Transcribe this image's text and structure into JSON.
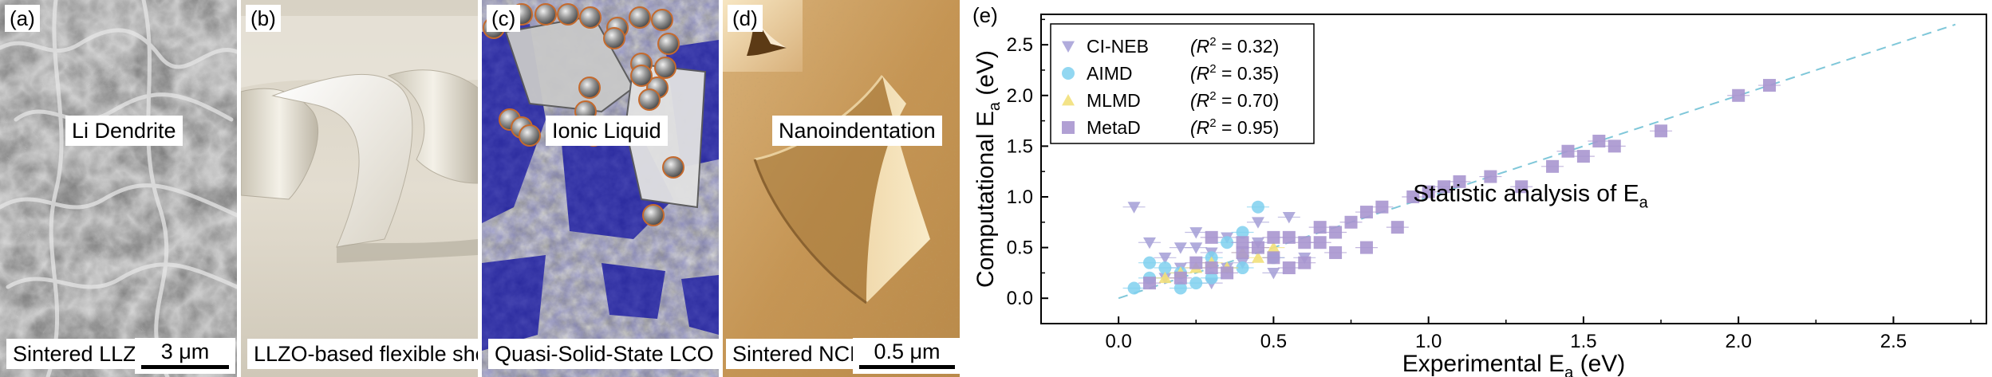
{
  "panels": {
    "a": {
      "label": "(a)",
      "center_label": "Li Dendrite",
      "bottom_label": "Sintered LLZO Pellet",
      "scale_bar": "3 μm"
    },
    "b": {
      "label": "(b)",
      "bottom_label": "LLZO-based flexible sheet"
    },
    "c": {
      "label": "(c)",
      "center_label": "Ionic Liquid",
      "bottom_label": "Quasi-Solid-State LCO Cathode"
    },
    "d": {
      "label": "(d)",
      "center_label": "Nanoindentation",
      "bottom_label": "Sintered NCM Cathode",
      "scale_bar": "0.5 μm"
    },
    "e": {
      "label": "(e)"
    }
  },
  "colors": {
    "cineb": "#a9a3d8",
    "aimd": "#7fd0ee",
    "mlmd": "#f2e07a",
    "metad": "#a996cf",
    "fit_line": "#7fc7d9"
  },
  "chart_data": {
    "type": "scatter",
    "annotation": "Statistic analysis of E",
    "annotation_sub": "a",
    "xlabel": "Experimental E",
    "xlabel_sub": "a",
    "xlabel_unit": " (eV)",
    "ylabel": "Computational E",
    "ylabel_sub": "a",
    "ylabel_unit": " (eV)",
    "xlim": [
      -0.25,
      2.8
    ],
    "ylim": [
      -0.25,
      2.8
    ],
    "xticks": [
      "0.0",
      "0.5",
      "1.0",
      "1.5",
      "2.0",
      "2.5"
    ],
    "yticks": [
      "0.0",
      "0.5",
      "1.0",
      "1.5",
      "2.0",
      "2.5"
    ],
    "tick_values": [
      0,
      0.5,
      1.0,
      1.5,
      2.0,
      2.5
    ],
    "legend_position": "top-left",
    "series": [
      {
        "name": "CI-NEB",
        "r2_label": "(R",
        "r2_sup": "2",
        "r2_value": " = 0.32)",
        "marker": "triangle-down",
        "color": "#a9a3d8",
        "x": [
          0.05,
          0.1,
          0.15,
          0.2,
          0.25,
          0.3,
          0.35,
          0.4,
          0.45,
          0.5,
          0.55,
          0.6,
          0.3,
          0.25,
          0.15,
          0.35,
          0.45,
          0.2
        ],
        "y": [
          0.9,
          0.55,
          0.4,
          0.3,
          0.5,
          0.45,
          0.6,
          0.35,
          0.55,
          0.25,
          0.8,
          0.4,
          0.15,
          0.65,
          0.2,
          0.3,
          0.75,
          0.5
        ]
      },
      {
        "name": "AIMD",
        "r2_label": "(R",
        "r2_sup": "2",
        "r2_value": " = 0.35)",
        "marker": "circle",
        "color": "#7fd0ee",
        "x": [
          0.05,
          0.1,
          0.15,
          0.2,
          0.25,
          0.3,
          0.35,
          0.4,
          0.45,
          0.5,
          0.2,
          0.3,
          0.1,
          0.4
        ],
        "y": [
          0.1,
          0.2,
          0.3,
          0.25,
          0.15,
          0.4,
          0.55,
          0.65,
          0.9,
          0.4,
          0.1,
          0.2,
          0.35,
          0.3
        ]
      },
      {
        "name": "MLMD",
        "r2_label": "(R",
        "r2_sup": "2",
        "r2_value": " = 0.70)",
        "marker": "triangle-up",
        "color": "#f2e07a",
        "x": [
          0.15,
          0.2,
          0.25,
          0.3,
          0.35,
          0.4,
          0.45,
          0.5
        ],
        "y": [
          0.2,
          0.25,
          0.3,
          0.35,
          0.3,
          0.45,
          0.4,
          0.5
        ]
      },
      {
        "name": "MetaD",
        "r2_label": "(R",
        "r2_sup": "2",
        "r2_value": " = 0.95)",
        "marker": "square",
        "color": "#a996cf",
        "x": [
          0.1,
          0.2,
          0.25,
          0.3,
          0.35,
          0.4,
          0.45,
          0.5,
          0.55,
          0.6,
          0.65,
          0.7,
          0.75,
          0.8,
          0.85,
          0.9,
          0.95,
          1.0,
          1.05,
          1.1,
          1.2,
          1.3,
          1.4,
          1.45,
          1.5,
          1.55,
          1.6,
          1.75,
          2.0,
          2.1,
          0.6,
          0.7,
          0.5,
          0.4,
          0.8,
          0.55,
          0.65,
          0.3
        ],
        "y": [
          0.15,
          0.2,
          0.35,
          0.3,
          0.25,
          0.45,
          0.5,
          0.4,
          0.6,
          0.55,
          0.7,
          0.65,
          0.75,
          0.85,
          0.9,
          0.7,
          1.0,
          1.05,
          1.1,
          1.15,
          1.2,
          1.1,
          1.3,
          1.45,
          1.4,
          1.55,
          1.5,
          1.65,
          2.0,
          2.1,
          0.35,
          0.45,
          0.6,
          0.55,
          0.5,
          0.3,
          0.55,
          0.6
        ]
      }
    ]
  }
}
